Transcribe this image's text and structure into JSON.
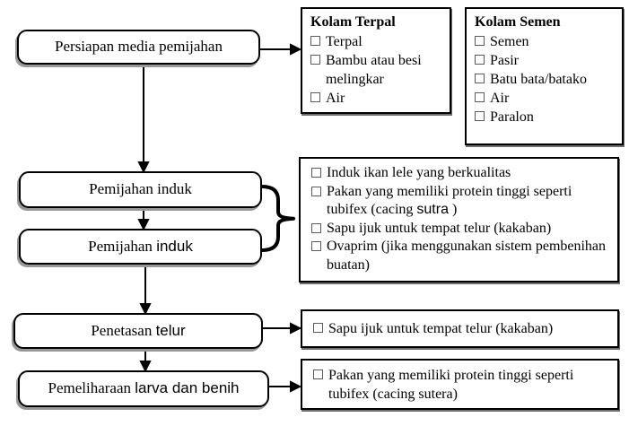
{
  "flow": {
    "step1": {
      "label": "Persiapan media pemijahan"
    },
    "step2": {
      "label": "Pemijahan induk"
    },
    "step3": {
      "label_serif": "Pemijahan",
      "label_sans": "induk"
    },
    "step4": {
      "label_serif": "Penetasan",
      "label_sans": "telur"
    },
    "step5": {
      "label_serif": "Pemeliharaan",
      "label_sans": "larva dan benih"
    }
  },
  "kolam_terpal": {
    "title": "Kolam Terpal",
    "items": [
      "Terpal",
      "Bambu atau besi melingkar",
      "Air"
    ]
  },
  "kolam_semen": {
    "title": "Kolam Semen",
    "items": [
      "Semen",
      "Pasir",
      "Batu bata/batako",
      "Air",
      "Paralon"
    ]
  },
  "supplies_pemijahan": {
    "item1": "Induk ikan lele yang berkualitas",
    "item2_pre": "Pakan yang memiliki protein tinggi seperti tubifex (cacing",
    "item2_sans": "sutra",
    "item2_post": " )",
    "item3": "Sapu ijuk untuk tempat telur (kakaban)",
    "item4": "Ovaprim (jika menggunakan sistem pembenihan buatan)"
  },
  "supplies_penetasan": {
    "item1": "Sapu ijuk untuk tempat telur (kakaban)"
  },
  "supplies_pemeliharaan": {
    "item1": "Pakan yang memiliki protein tinggi seperti tubifex (cacing sutera)"
  },
  "colors": {
    "line": "#000000",
    "box_border": "#000000",
    "box_shadow": "#979797",
    "checkbox_border": "#5a5a5a",
    "background": "#ffffff"
  }
}
